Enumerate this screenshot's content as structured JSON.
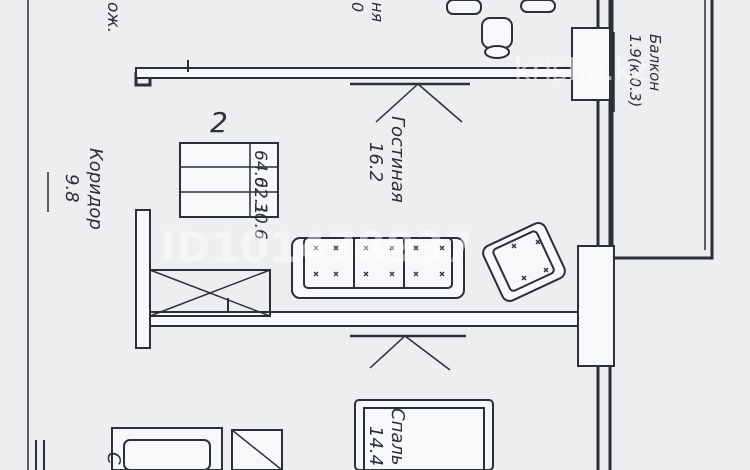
{
  "watermark": {
    "brand": "krisha.kz",
    "listing_id": "ID101478937"
  },
  "plan": {
    "room_count": "2",
    "areas": [
      "64.0",
      "62.1",
      "30.6"
    ],
    "rooms": [
      {
        "name": "Гостиная",
        "area": "16.2"
      },
      {
        "name": "Коридор",
        "area": "9.8"
      },
      {
        "name": "Балкон",
        "area": "1.9(к.0.3)"
      },
      {
        "name": "Спаль",
        "area": "14.4"
      },
      {
        "name": "ня",
        "area": "0"
      },
      {
        "name": "ож.",
        "area": ""
      }
    ],
    "partial_label": "С"
  },
  "colors": {
    "line": "#2c2f36",
    "paper": "#eceef0",
    "wall_fill": "#f7f8f9"
  }
}
